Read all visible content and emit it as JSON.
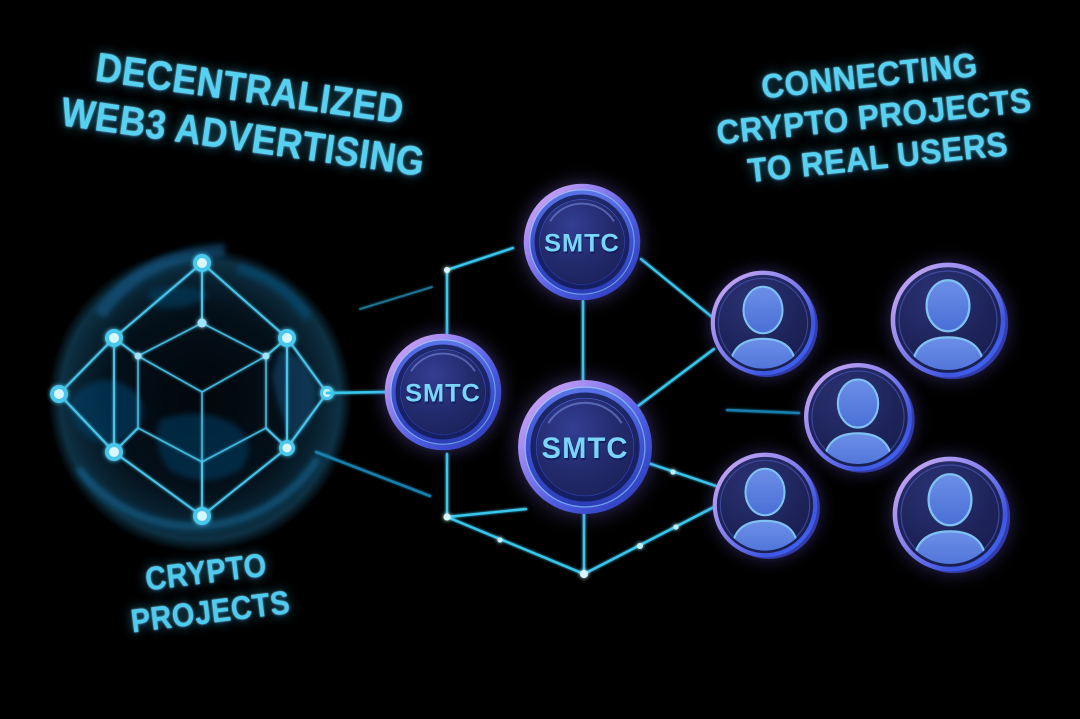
{
  "headline_left": {
    "line1": "DECENTRALIZED",
    "line2": "WEB3 ADVERTISING"
  },
  "headline_right": {
    "line1": "CONNECTING",
    "line2": "CRYPTO PROJECTS",
    "line3": "TO REAL USERS"
  },
  "globe_caption": {
    "line1": "CRYPTO",
    "line2": "PROJECTS"
  },
  "coins": [
    {
      "label": "SMTC"
    },
    {
      "label": "SMTC"
    },
    {
      "label": "SMTC"
    }
  ],
  "users": {
    "avatar_count": 5
  },
  "icons": {
    "globe": "globe-network-icon",
    "coin": "smtc-coin-icon",
    "user": "user-avatar-icon"
  },
  "colors": {
    "background": "#000000",
    "headline_cyan": "#57d1f1",
    "line_cyan": "#38c6ec",
    "line_teal": "#1a84b4",
    "coin_band_blue": "#3c52cf",
    "coin_face_navy": "#232b6e",
    "coin_rim_lavender": "#e8b4f4",
    "coin_label_cyan": "#79d6f8",
    "avatar_face_navy": "#1d2358",
    "avatar_person_blue": "#4a6fd6",
    "avatar_rim_lavender": "#d2aef2",
    "glow_dot": "#d9f7ff"
  }
}
